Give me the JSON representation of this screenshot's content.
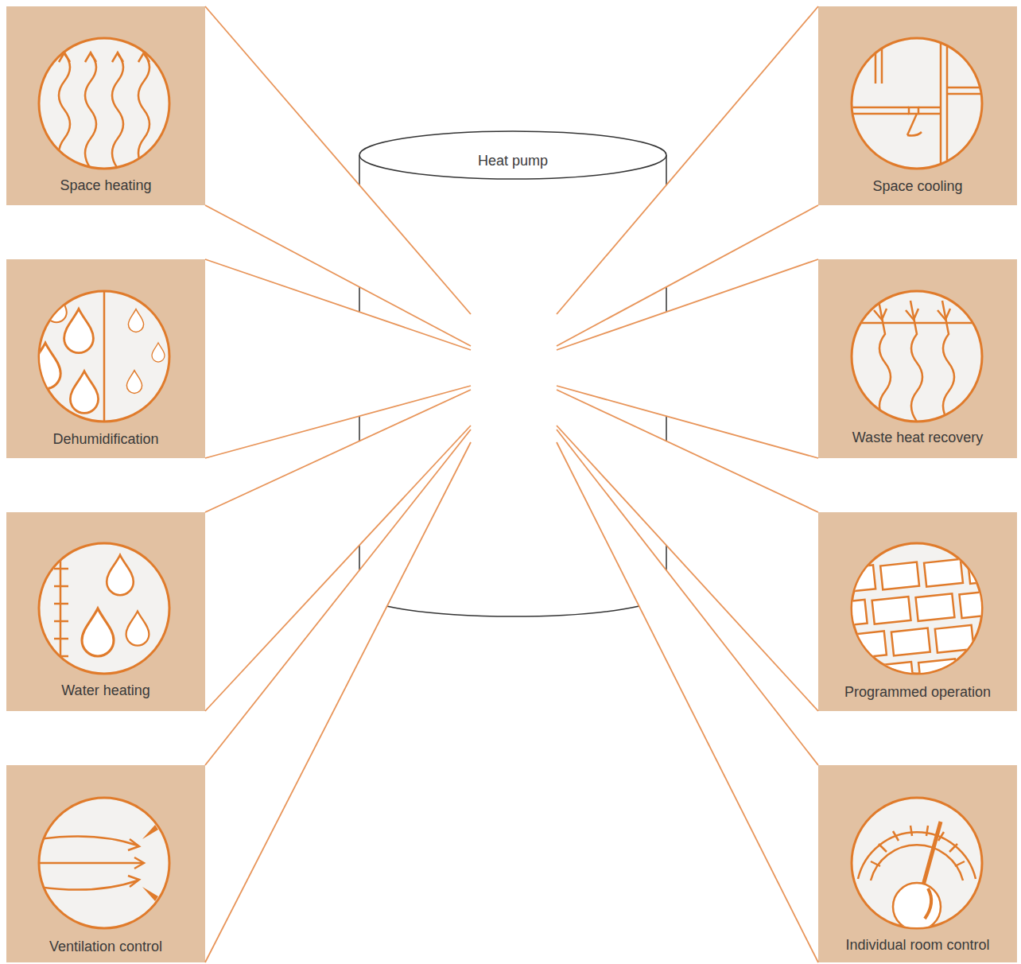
{
  "diagram": {
    "nodes": [
      {
        "text": [
          "Heat pump"
        ]
      },
      {
        "text": [
          "Space heating"
        ]
      },
      {
        "text": [
          "Dehumidification"
        ]
      },
      {
        "text": [
          "Water heating"
        ]
      },
      {
        "text": [
          "Ventilation control"
        ]
      },
      {
        "text": [
          "Space cooling"
        ]
      },
      {
        "text": [
          "Waste heat recovery"
        ]
      },
      {
        "text": [
          "Programmed operation"
        ]
      },
      {
        "text": [
          "Individual room control"
        ]
      }
    ],
    "edges": [
      {
        "from": 1,
        "to": 0,
        "arrow": "none"
      },
      {
        "from": 2,
        "to": 0,
        "arrow": "none"
      },
      {
        "from": 3,
        "to": 0,
        "arrow": "none"
      },
      {
        "from": 4,
        "to": 0,
        "arrow": "none"
      },
      {
        "from": 5,
        "to": 0,
        "arrow": "none"
      },
      {
        "from": 6,
        "to": 0,
        "arrow": "none"
      },
      {
        "from": 7,
        "to": 0,
        "arrow": "none"
      },
      {
        "from": 8,
        "to": 0,
        "arrow": "none"
      }
    ]
  }
}
